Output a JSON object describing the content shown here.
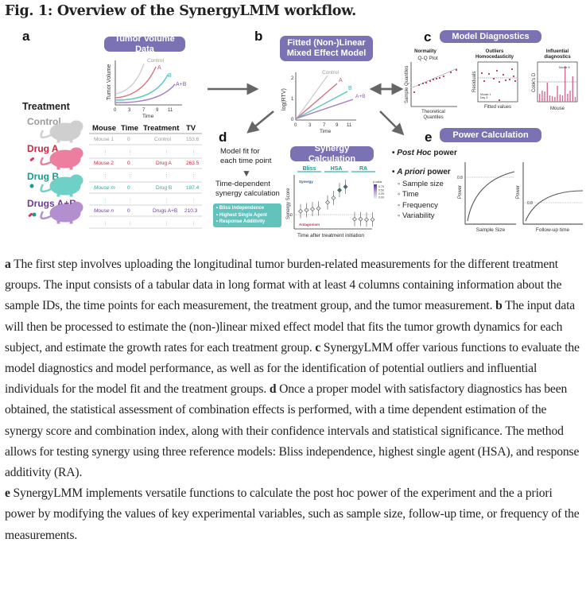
{
  "figure": {
    "title": "Fig. 1: Overview of the SynergyLMM workflow.",
    "colors": {
      "pill": "#7b72b3",
      "control": "#c8c8c8",
      "drug_a": "#e07080",
      "drug_b": "#5cc7bf",
      "drug_ab": "#a87cc4",
      "diag_point": "#c0306a",
      "teal_box": "#62c3bd"
    },
    "panel_a": {
      "letter": "a",
      "pill": "Tumor Volume Data",
      "plot": {
        "ylabel": "Tumor Volume",
        "xlabel": "Time",
        "xticks": [
          "0",
          "3",
          "7",
          "9",
          "11"
        ],
        "series_labels": [
          "Control",
          "A",
          "B",
          "A+B"
        ]
      },
      "treatment_heading": "Treatment",
      "groups": [
        {
          "label": "Control",
          "color": "#9a9a9a"
        },
        {
          "label": "Drug A",
          "color": "#c8283e"
        },
        {
          "label": "Drug B",
          "color": "#1b9a92"
        },
        {
          "label": "Drugs A+B",
          "color": "#6a3b97"
        }
      ],
      "table": {
        "headers": [
          "Mouse",
          "Time",
          "Treatment",
          "TV"
        ],
        "rows": [
          {
            "mouse": "Mouse 1",
            "time": "0",
            "treatment": "Control",
            "tv": "153.6"
          },
          {
            "mouse": "Mouse 2",
            "time": "0",
            "treatment": "Drug A",
            "tv": "263.5"
          },
          {
            "mouse": "Mouse m",
            "time": "0",
            "treatment": "Drug B",
            "tv": "187.4"
          },
          {
            "mouse": "Mouse n",
            "time": "0",
            "treatment": "Drugs A+B",
            "tv": "210.3"
          }
        ],
        "ellipsis": "⋮"
      }
    },
    "panel_b": {
      "letter": "b",
      "pill_line1": "Fitted (Non-)Linear",
      "pill_line2": "Mixed Effect Model",
      "plot": {
        "ylabel": "log(RTV)",
        "xlabel": "Time",
        "yticks": [
          "0",
          "1",
          "2"
        ],
        "xticks": [
          "0",
          "3",
          "7",
          "9",
          "11"
        ],
        "series_labels": [
          "Control",
          "A",
          "B",
          "A+B"
        ]
      }
    },
    "panel_c": {
      "letter": "c",
      "pill": "Model Diagnostics",
      "normality": {
        "title": "Normality",
        "subtitle": "Q-Q Plot",
        "ylabel": "Sample Quantiles",
        "xlabel_1": "Theoretical",
        "xlabel_2": "Quantiles"
      },
      "outliers": {
        "title_1": "Outliers",
        "title_2": "Homocedasticity",
        "ylabel": "Residuals",
        "xlabel": "Fitted values",
        "annot_1": "Mouse 1",
        "annot_2": "Day 3"
      },
      "influential": {
        "title_1": "Influential",
        "title_2": "diagnostics",
        "ylabel": "Cook's D",
        "xlabel": "Mouse",
        "annot": "Mouse 5"
      }
    },
    "panel_d": {
      "letter": "d",
      "step1_line1": "Model fit for",
      "step1_line2": "each time point",
      "step2_line1": "Time-dependent",
      "step2_line2": "synergy calculation",
      "methods": [
        "• Bliss Independence",
        "• Highest Single Agent",
        "• Response Additivity"
      ],
      "pill": "Synergy Calculation",
      "plot": {
        "groups": [
          "Bliss",
          "HSA",
          "RA"
        ],
        "ylabel": "Synergy Score",
        "xlabel": "Time after treatment initiation",
        "zero_tick": "0",
        "synergy_label": "Synergy",
        "antagonism_label": "Antagonism",
        "legend_title": "p-value",
        "legend_ticks": [
          "0.75",
          "0.50",
          "0.25",
          "0.00"
        ]
      }
    },
    "panel_e": {
      "letter": "e",
      "pill": "Power Calculation",
      "post_hoc_italic": "Post Hoc",
      "post_hoc_rest": " power",
      "a_priori_italic": "A priori",
      "a_priori_rest": " power",
      "sub_items": [
        "Sample size",
        "Time",
        "Frequency",
        "Variability"
      ],
      "plot1": {
        "ylabel": "Power",
        "xlabel": "Sample Size",
        "threshold": "0.8"
      },
      "plot2": {
        "ylabel": "Power",
        "xlabel": "Follow-up time",
        "threshold": "0.8"
      }
    }
  },
  "chart_data": [
    {
      "type": "line",
      "title": "Tumor Volume Data",
      "xlabel": "Time",
      "ylabel": "Tumor Volume",
      "x": [
        0,
        3,
        7,
        9,
        11
      ],
      "series": [
        {
          "name": "Control",
          "values": [
            1.0,
            1.8,
            4.8,
            null,
            null
          ]
        },
        {
          "name": "A",
          "values": [
            1.0,
            1.4,
            2.6,
            4.2,
            null
          ]
        },
        {
          "name": "B",
          "values": [
            0.6,
            0.9,
            1.8,
            2.6,
            3.8
          ]
        },
        {
          "name": "A+B",
          "values": [
            0.5,
            0.6,
            1.1,
            1.6,
            2.6
          ]
        }
      ]
    },
    {
      "type": "line",
      "title": "Fitted (Non-)Linear Mixed Effect Model",
      "xlabel": "Time",
      "ylabel": "log(RTV)",
      "ylim": [
        0,
        2.2
      ],
      "series": [
        {
          "name": "Control",
          "x": [
            0,
            7.2
          ],
          "values": [
            0,
            2.2
          ]
        },
        {
          "name": "A",
          "x": [
            0,
            8.5
          ],
          "values": [
            0,
            1.8
          ]
        },
        {
          "name": "B",
          "x": [
            0,
            10.5
          ],
          "values": [
            0,
            1.5
          ]
        },
        {
          "name": "A+B",
          "x": [
            0,
            11
          ],
          "values": [
            0,
            1.0
          ]
        }
      ]
    },
    {
      "type": "scatter",
      "title": "Synergy Calculation",
      "ylabel": "Synergy Score",
      "xlabel": "Time after treatment initiation",
      "groups": [
        "Bliss",
        "HSA",
        "RA"
      ],
      "series": [
        {
          "name": "Bliss",
          "values": [
            0.3,
            0.4,
            0.5,
            0.55
          ],
          "p_value": [
            0.9,
            0.85,
            0.8,
            0.8
          ]
        },
        {
          "name": "HSA",
          "values": [
            1.1,
            1.5,
            2.2,
            2.5
          ],
          "p_value": [
            0.7,
            0.5,
            0.05,
            0.02
          ]
        },
        {
          "name": "RA",
          "values": [
            -0.4,
            -0.4,
            -0.45,
            -0.45
          ],
          "p_value": [
            0.9,
            0.9,
            0.9,
            0.9
          ]
        }
      ]
    },
    {
      "type": "line",
      "title": "Power vs Sample Size",
      "xlabel": "Sample Size",
      "ylabel": "Power",
      "threshold": 0.8
    },
    {
      "type": "line",
      "title": "Power vs Follow-up time",
      "xlabel": "Follow-up time",
      "ylabel": "Power",
      "threshold": 0.8
    }
  ],
  "caption": {
    "a_letter": "a",
    "a_text": " The first step involves uploading the longitudinal tumor burden-related measurements for the different treatment groups. The input consists of a tabular data in long format with at least 4 columns containing information about the sample IDs, the time points for each measurement, the treatment group, and the tumor measurement. ",
    "b_letter": "b",
    "b_text": " The input data will then be processed to estimate the (non-)linear mixed effect model that fits the tumor growth dynamics for each subject, and estimate the growth rates for each treatment group. ",
    "c_letter": "c",
    "c_text": " SynergyLMM offer various functions to evaluate the model diagnostics and model performance, as well as for the identification of potential outliers and influential individuals for the model fit and the treatment groups. ",
    "d_letter": "d",
    "d_text": " Once a proper model with satisfactory diagnostics has been obtained, the statistical assessment of combination effects is performed, with a time dependent estimation of the synergy score and combination index, along with their confidence intervals and statistical significance. The method allows for testing synergy using three reference models: Bliss independence, highest single agent (HSA), and response additivity (RA). ",
    "e_letter": "e",
    "e_text": " SynergyLMM implements versatile functions to calculate the post hoc power of the experiment and the a priori power by modifying the values of key experimental variables, such as sample size, follow-up time, or frequency of the measurements."
  }
}
